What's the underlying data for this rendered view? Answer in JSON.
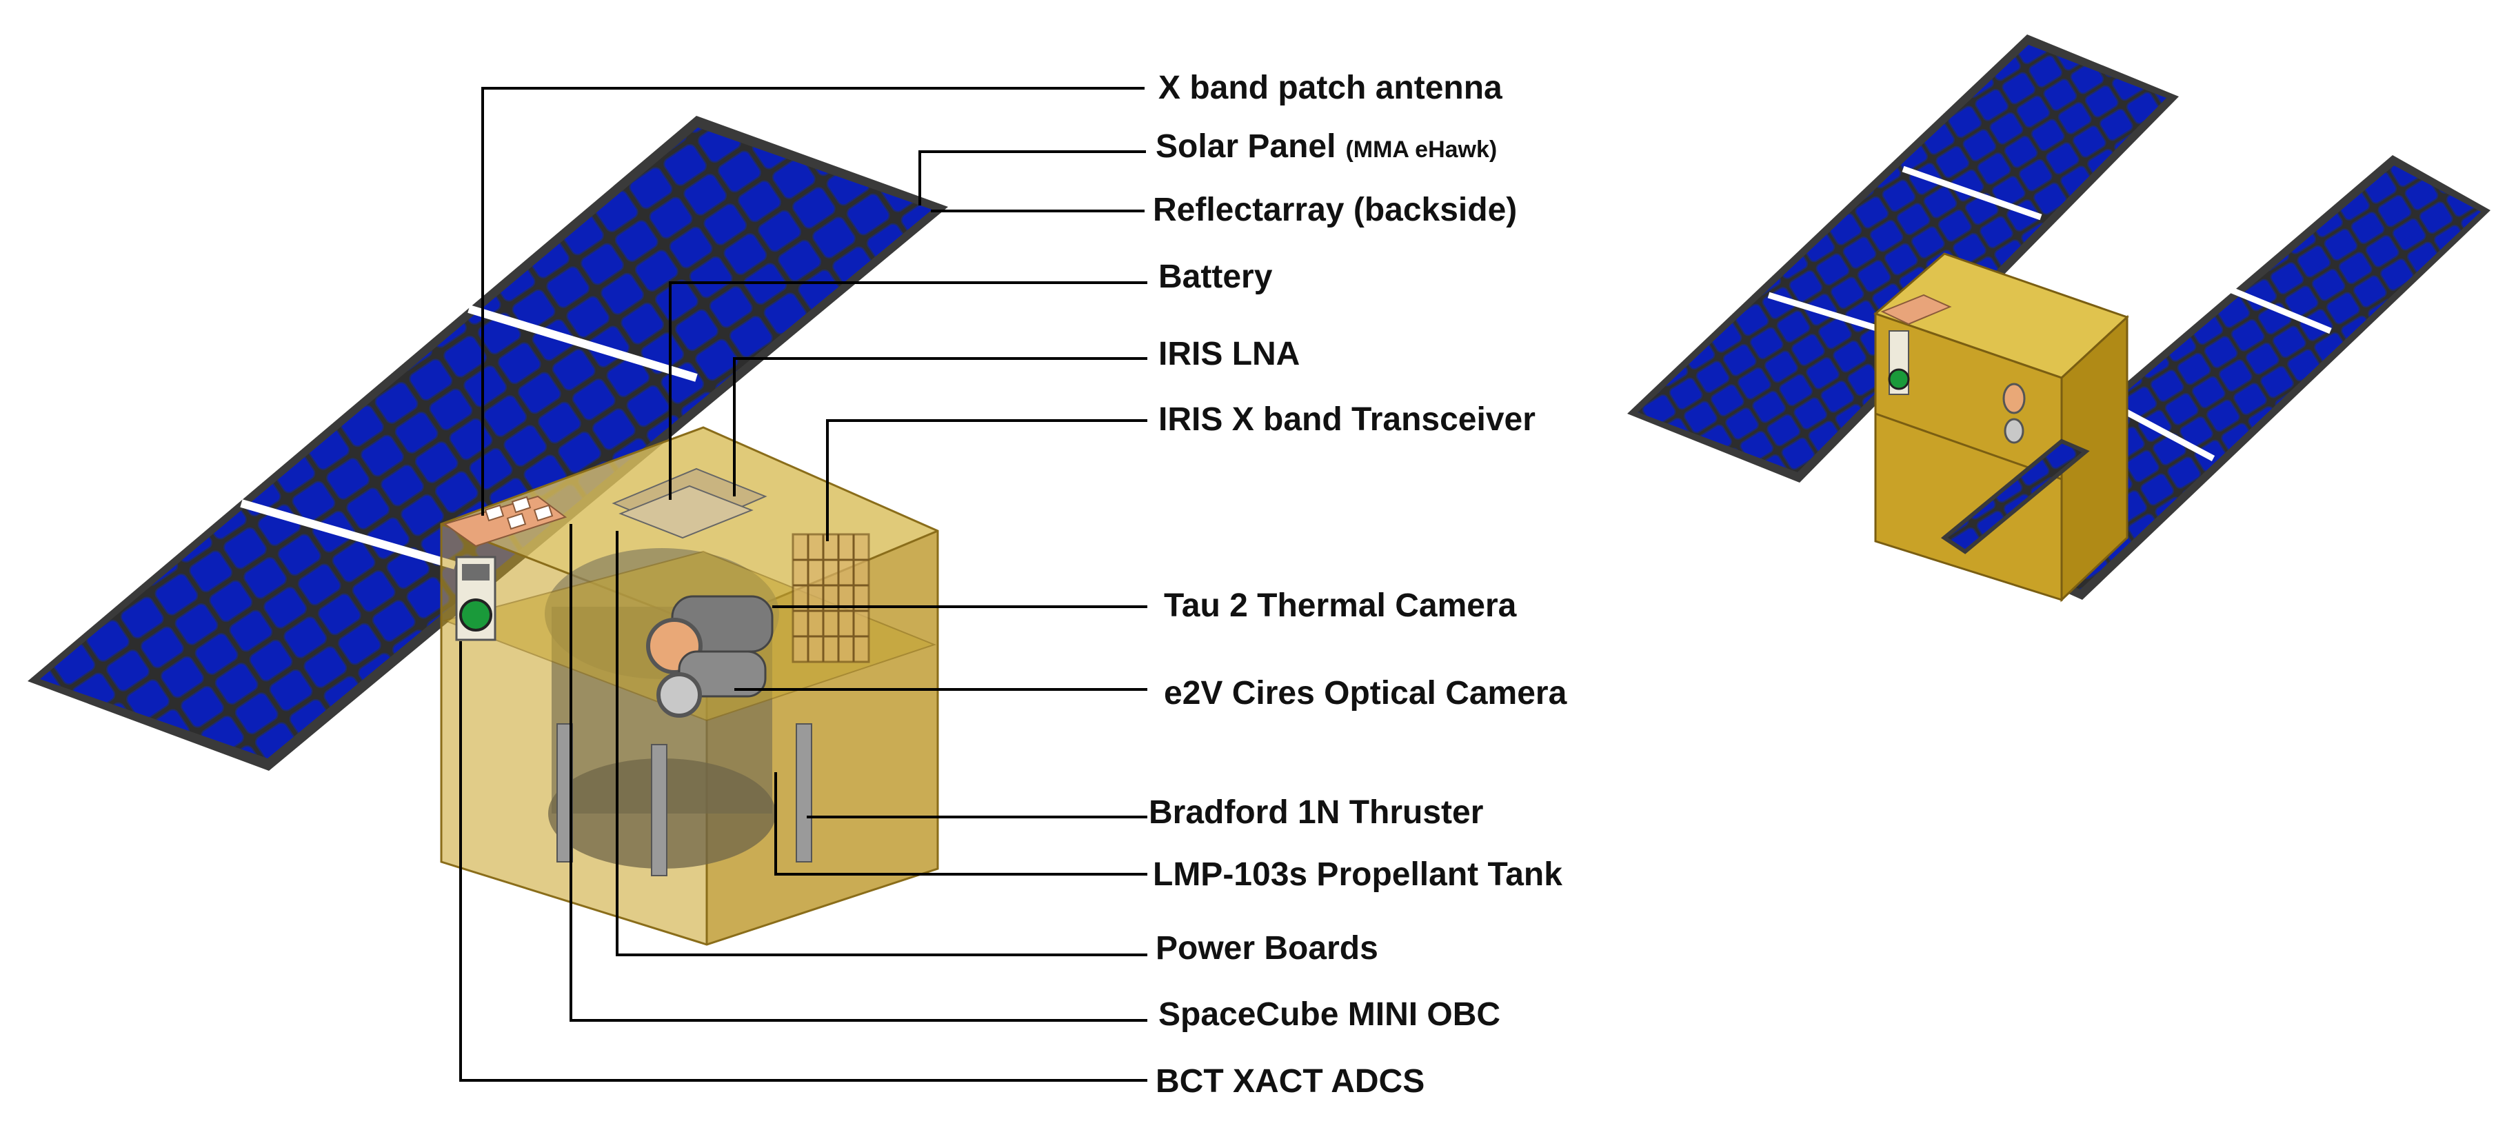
{
  "labels": {
    "x_band_patch_antenna": "X band patch antenna",
    "solar_panel": "Solar Panel",
    "solar_panel_note": "(MMA eHawk)",
    "reflectarray": "Reflectarray (backside)",
    "battery": "Battery",
    "iris_lna": "IRIS LNA",
    "iris_transceiver": "IRIS X band Transceiver",
    "tau2_camera": "Tau 2 Thermal Camera",
    "e2v_camera": "e2V Cires Optical Camera",
    "bradford_thruster": "Bradford 1N Thruster",
    "lmp_tank": "LMP-103s Propellant Tank",
    "power_boards": "Power Boards",
    "spacecube_obc": "SpaceCube MINI OBC",
    "bct_adcs": "BCT XACT ADCS"
  },
  "colors": {
    "solar_cell": "#0a1fb8",
    "solar_cell_edge": "#1c2a6e",
    "panel_frame": "#3a3a3a",
    "body_gold": "#c9a227",
    "body_translucent": "#d8bf6a",
    "patch_copper": "#e8a47a",
    "leader_line": "#000000"
  }
}
